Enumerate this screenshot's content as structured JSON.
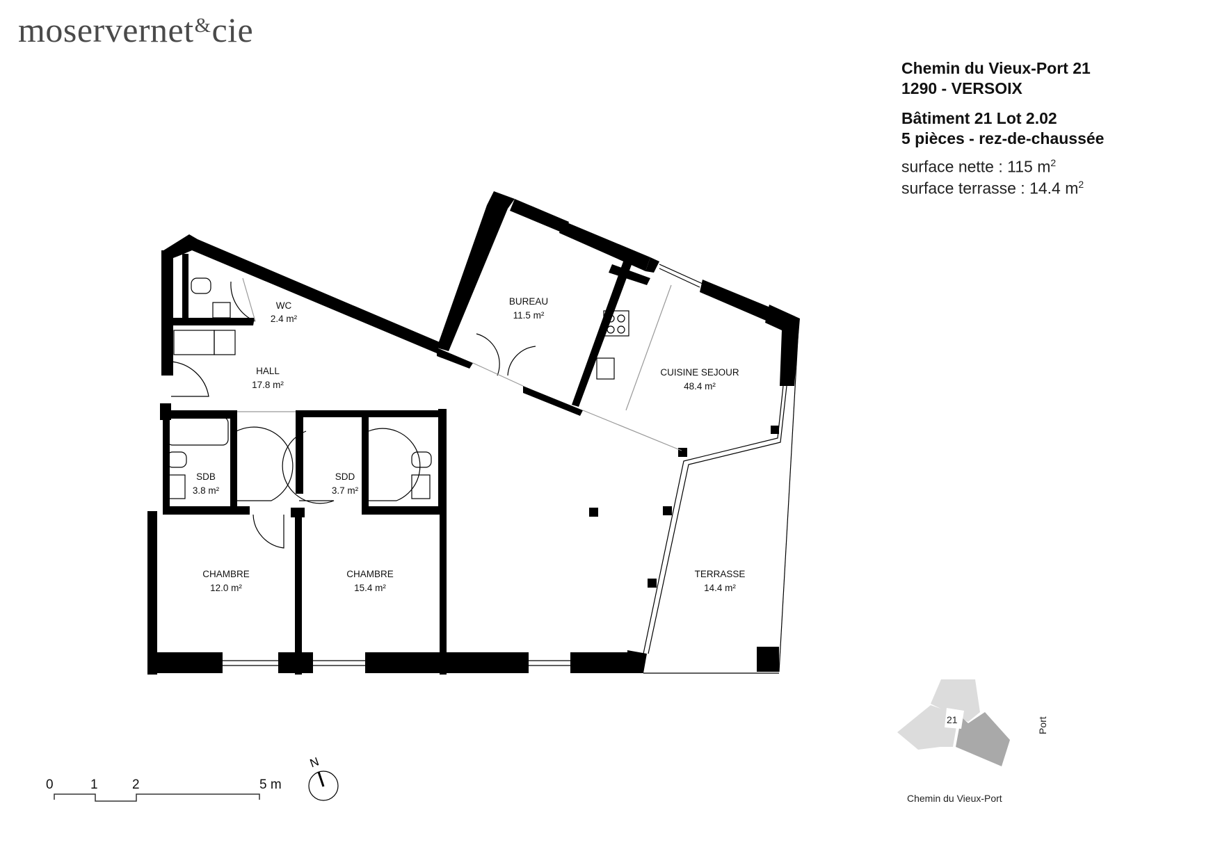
{
  "header": {
    "logo_main": "moservernet",
    "logo_amp": "&",
    "logo_tail": "cie"
  },
  "property": {
    "address_line1": "Chemin du Vieux-Port 21",
    "address_line2": "1290 - VERSOIX",
    "building_lot": "Bâtiment 21 Lot 2.02",
    "rooms_floor": "5 pièces - rez-de-chaussée",
    "surface_nette_label": "surface nette : 115 m",
    "surface_terrasse_label": "surface terrasse : 14.4 m",
    "superscript": "2"
  },
  "rooms": [
    {
      "name": "WC",
      "area": "2.4 m²"
    },
    {
      "name": "HALL",
      "area": "17.8 m²"
    },
    {
      "name": "BUREAU",
      "area": "11.5 m²"
    },
    {
      "name": "CUISINE SEJOUR",
      "area": "48.4 m²"
    },
    {
      "name": "SDB",
      "area": "3.8 m²"
    },
    {
      "name": "SDD",
      "area": "3.7 m²"
    },
    {
      "name": "CHAMBRE",
      "area": "12.0 m²"
    },
    {
      "name": "CHAMBRE",
      "area": "15.4 m²"
    },
    {
      "name": "TERRASSE",
      "area": "14.4 m²"
    }
  ],
  "scale_bar": {
    "ticks": [
      "0",
      "1",
      "2",
      "5 m"
    ]
  },
  "north_arrow": {
    "label": "N"
  },
  "key_plan": {
    "building_number": "21",
    "street_label": "Chemin du Vieux-Port",
    "side_label": "Port",
    "colors": {
      "other": "#dcdcdc",
      "highlight": "#a9a9a9"
    }
  }
}
